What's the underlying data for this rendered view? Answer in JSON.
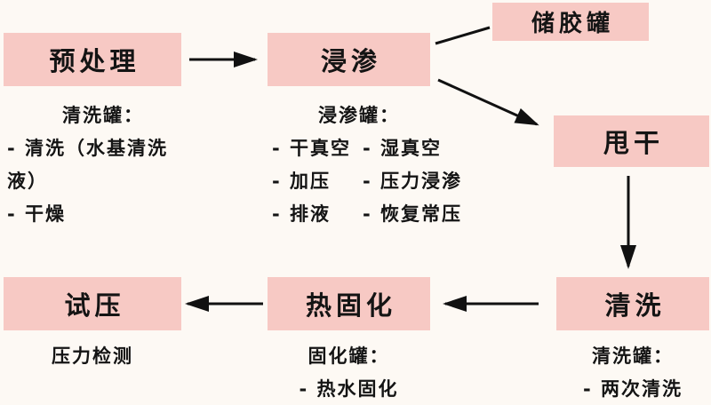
{
  "palette": {
    "background": "#fdf9f4",
    "box_fill": "#f7c9c4",
    "text": "#141414",
    "arrow": "#111111"
  },
  "nodes": {
    "pretreatment": "预处理",
    "impregnation": "浸渗",
    "glue_tank": "储胶罐",
    "spin_dry": "甩干",
    "pressure_test": "试压",
    "heat_cure": "热固化",
    "wash": "清洗"
  },
  "notes": {
    "pretreatment": {
      "title": "清洗罐：",
      "line1": "- 清洗（水基清洗",
      "line2": "液）",
      "line3": "- 干燥"
    },
    "impregnation": {
      "title": "浸渗罐：",
      "r1c1": "- 干真空",
      "r1c2": "- 湿真空",
      "r2c1": "- 加压",
      "r2c2": "- 压力浸渗",
      "r3c1": "- 排液",
      "r3c2": "- 恢复常压"
    },
    "pressure_test": {
      "line1": "压力检测"
    },
    "heat_cure": {
      "title": "固化罐：",
      "line1": "- 热水固化"
    },
    "wash": {
      "title": "清洗罐：",
      "line1": "- 两次清洗"
    }
  },
  "edges": [
    {
      "from": "pretreatment",
      "to": "impregnation",
      "style": "arrow"
    },
    {
      "from": "impregnation",
      "to": "glue_tank",
      "style": "line"
    },
    {
      "from": "impregnation",
      "to": "spin_dry",
      "style": "arrow"
    },
    {
      "from": "spin_dry",
      "to": "wash",
      "style": "arrow"
    },
    {
      "from": "wash",
      "to": "heat_cure",
      "style": "arrow"
    },
    {
      "from": "heat_cure",
      "to": "pressure_test",
      "style": "arrow"
    }
  ]
}
